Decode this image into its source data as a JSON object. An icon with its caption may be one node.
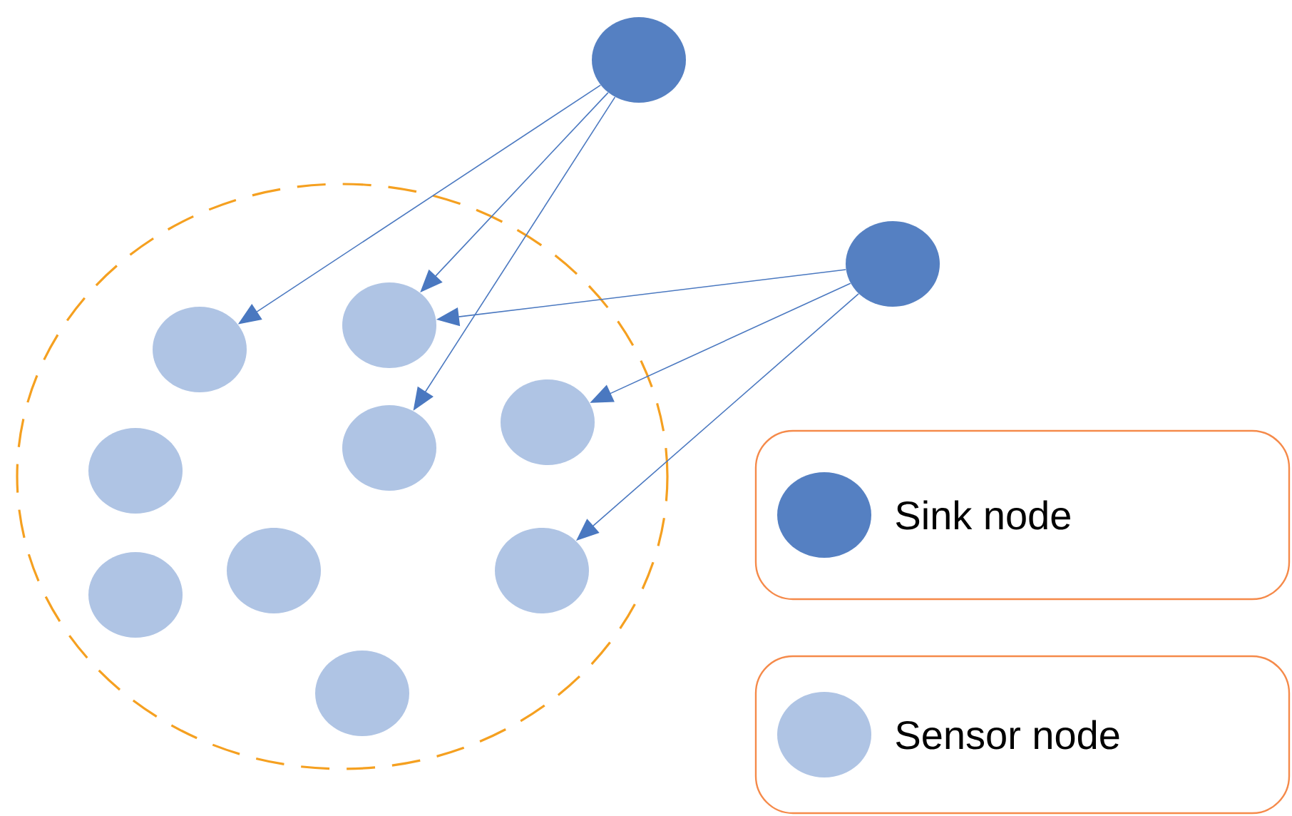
{
  "diagram": {
    "nodes": [
      {
        "text": [],
        "shape": "circle"
      },
      {
        "text": [],
        "shape": "circle"
      },
      {
        "text": [],
        "shape": "circle"
      },
      {
        "text": [],
        "shape": "circle",
        "in": 1
      },
      {
        "text": [],
        "shape": "circle",
        "in": 1
      },
      {
        "text": [],
        "shape": "circle",
        "in": 1
      },
      {
        "text": [],
        "shape": "circle",
        "in": 1
      },
      {
        "text": [],
        "shape": "circle",
        "in": 1
      },
      {
        "text": [],
        "shape": "circle",
        "in": 1
      },
      {
        "text": [],
        "shape": "circle",
        "in": 1
      },
      {
        "text": [],
        "shape": "circle",
        "in": 1
      },
      {
        "text": [],
        "shape": "circle",
        "in": 1
      }
    ],
    "edges": [
      {
        "from": 0,
        "to": 4,
        "arrow": "to"
      },
      {
        "from": 0,
        "to": 3,
        "arrow": "to"
      },
      {
        "from": 0,
        "to": 6,
        "arrow": "to"
      },
      {
        "from": 2,
        "to": 3,
        "arrow": "to"
      },
      {
        "from": 2,
        "to": 5,
        "arrow": "to"
      },
      {
        "from": 2,
        "to": 9,
        "arrow": "to"
      }
    ],
    "legend": [
      {
        "text": "Sink node",
        "color": "#5580c2"
      },
      {
        "text": "Sensor node",
        "color": "#afc4e4"
      }
    ]
  }
}
